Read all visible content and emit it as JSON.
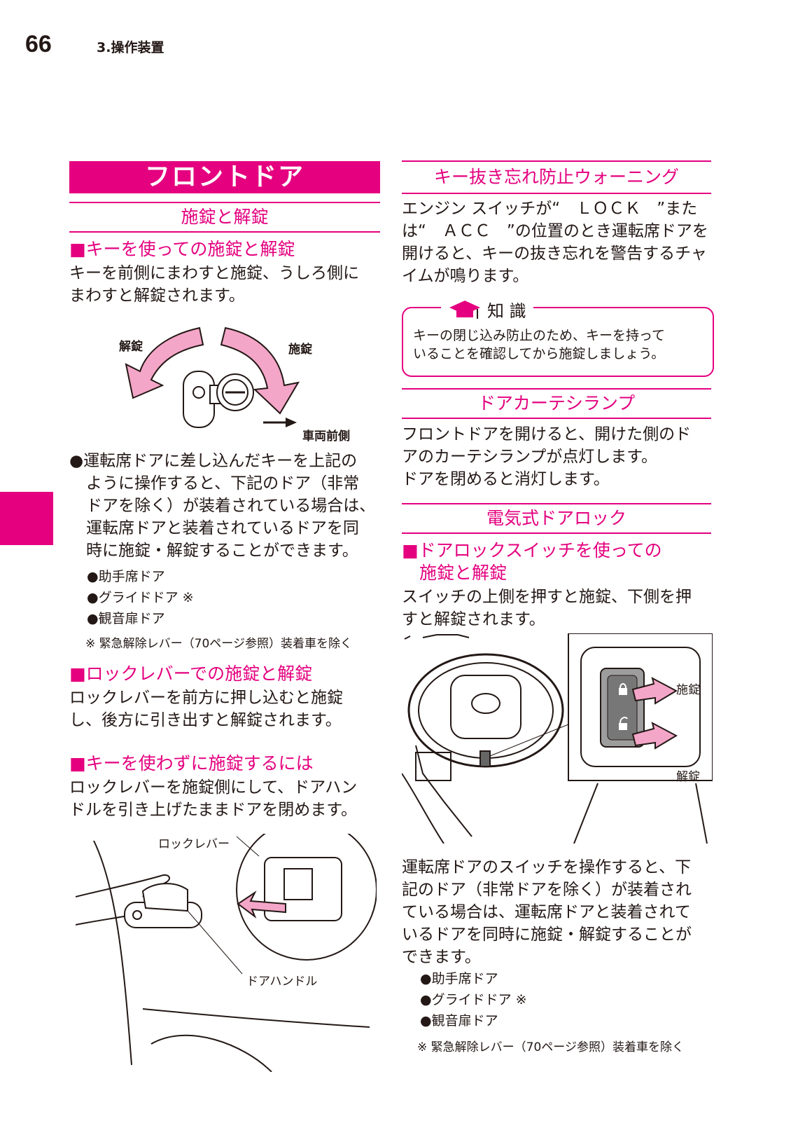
{
  "header": {
    "page_number": "66",
    "chapter": "3.操作装置"
  },
  "left": {
    "banner": "フロントドア",
    "section1": "施錠と解錠",
    "sub1": "■キーを使っての施錠と解錠",
    "sub1_body": [
      "キーを前側にまわすと施錠、うしろ側に",
      "まわすと解錠されます。"
    ],
    "fig1": {
      "unlock": "解錠",
      "lock": "施錠",
      "front": "車両前側"
    },
    "bullet_main": [
      "●運転席ドアに差し込んだキーを上記の",
      "ように操作すると、下記のドア（非常",
      "ドアを除く）が装着されている場合は、",
      "運転席ドアと装着されているドアを同",
      "時に施錠・解錠することができます。"
    ],
    "doors": [
      "●助手席ドア",
      "●グライドドア ※",
      "●観音扉ドア"
    ],
    "note": "※ 緊急解除レバー（70ページ参照）装着車を除く",
    "sub2": "■ロックレバーでの施錠と解錠",
    "sub2_body": [
      "ロックレバーを前方に押し込むと施錠",
      "し、後方に引き出すと解錠されます。"
    ],
    "sub3": "■キーを使わずに施錠するには",
    "sub3_body": [
      "ロックレバーを施錠側にして、ドアハン",
      "ドルを引き上げたままドアを閉めます。"
    ],
    "fig2": {
      "lever": "ロックレバー",
      "handle": "ドアハンドル"
    }
  },
  "right": {
    "section1": "キー抜き忘れ防止ウォーニング",
    "body1": [
      "エンジン スイッチが“　ＬＯＣＫ　”また",
      "は“　ＡＣＣ　”の位置のとき運転席ドアを",
      "開けると、キーの抜き忘れを警告するチャ",
      "イムが鳴ります。"
    ],
    "info_title": "知 識",
    "info_body": [
      "キーの閉じ込み防止のため、キーを持って",
      "いることを確認してから施錠しましょう。"
    ],
    "section2": "ドアカーテシランプ",
    "body2": [
      "フロントドアを開けると、開けた側のド",
      "アのカーテシランプが点灯します。",
      "ドアを閉めると消灯します。"
    ],
    "section3": "電気式ドアロック",
    "sub1": [
      "■ドアロックスイッチを使っての",
      "　施錠と解錠"
    ],
    "sub1_body": [
      "スイッチの上側を押すと施錠、下側を押",
      "すと解錠されます。"
    ],
    "fig3": {
      "lock": "施錠",
      "unlock": "解錠"
    },
    "body3": [
      "運転席ドアのスイッチを操作すると、下",
      "記のドア（非常ドアを除く）が装着され",
      "ている場合は、運転席ドアと装着されて",
      "いるドアを同時に施錠・解錠することが",
      "できます。"
    ],
    "doors": [
      "●助手席ドア",
      "●グライドドア ※",
      "●観音扉ドア"
    ],
    "note": "※ 緊急解除レバー（70ページ参照）装着車を除く"
  }
}
